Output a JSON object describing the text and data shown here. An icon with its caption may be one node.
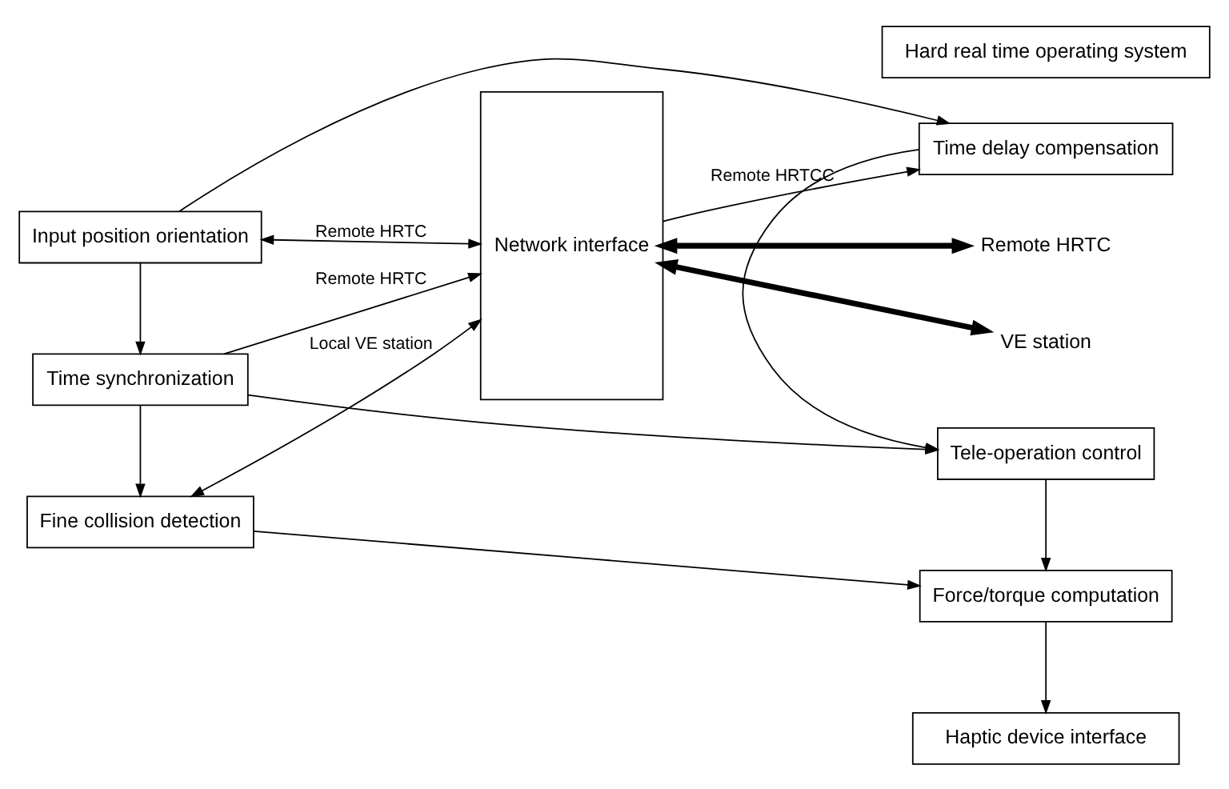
{
  "diagram": {
    "nodes": [
      {
        "text": [
          "Haptic device interface"
        ]
      },
      {
        "text": [
          "Fine collision detection"
        ]
      },
      {
        "text": [
          "Network interface"
        ]
      },
      {
        "text": [
          "Force/torque computation"
        ]
      },
      {
        "text": [
          "Time synchronization"
        ]
      },
      {
        "text": [
          "Tele-operation control"
        ]
      },
      {
        "text": [
          "Input position orientation"
        ]
      },
      {
        "text": [
          "Time delay compensation"
        ]
      },
      {
        "text": [
          "Hard real time operating system"
        ]
      },
      {
        "text": [
          "Remote HRTC"
        ]
      },
      {
        "text": [
          "VE station"
        ]
      }
    ],
    "edges": [
      {
        "from": 3,
        "to": 0,
        "arrow": "to"
      },
      {
        "from": 1,
        "to": 3,
        "arrow": "to"
      },
      {
        "from": 1,
        "to": 2,
        "arrow": "both",
        "label": "Local VE station"
      },
      {
        "from": 4,
        "to": 1,
        "arrow": "to"
      },
      {
        "from": 4,
        "to": 5,
        "arrow": "to"
      },
      {
        "from": 4,
        "to": 2,
        "arrow": "to",
        "label": "Remote HRTC"
      },
      {
        "from": 5,
        "to": 3,
        "arrow": "to"
      },
      {
        "from": 7,
        "to": 5,
        "arrow": "to"
      },
      {
        "from": 6,
        "to": 4,
        "arrow": "to"
      },
      {
        "from": 6,
        "to": 7,
        "arrow": "to"
      },
      {
        "from": 6,
        "to": 2,
        "arrow": "both",
        "label": "Remote HRTC"
      },
      {
        "from": 2,
        "to": 7,
        "arrow": "to",
        "label": "Remote HRTCC"
      },
      {
        "from": 2,
        "to": 9,
        "arrow": "both",
        "style": "thick"
      },
      {
        "from": 2,
        "to": 10,
        "arrow": "both",
        "style": "thick"
      }
    ]
  }
}
